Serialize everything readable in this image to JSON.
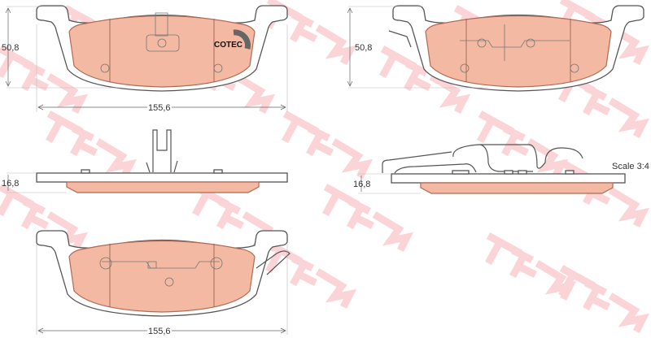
{
  "watermark": {
    "text": "TRW",
    "color": "#fbd0d3"
  },
  "colors": {
    "friction": "#f3b9a2",
    "outline": "#555555"
  },
  "views": {
    "top_pad": {
      "height_label": "50,8",
      "width_label": "155,6",
      "logo_text": "COTEC"
    },
    "top_pad_right": {
      "height_label": "50,8"
    },
    "side_left": {
      "thickness_label": "16,8"
    },
    "side_right": {
      "thickness_label": "16,8",
      "scale_label": "Scale 3:4"
    },
    "bottom_pad": {
      "width_label": "155,6"
    }
  }
}
